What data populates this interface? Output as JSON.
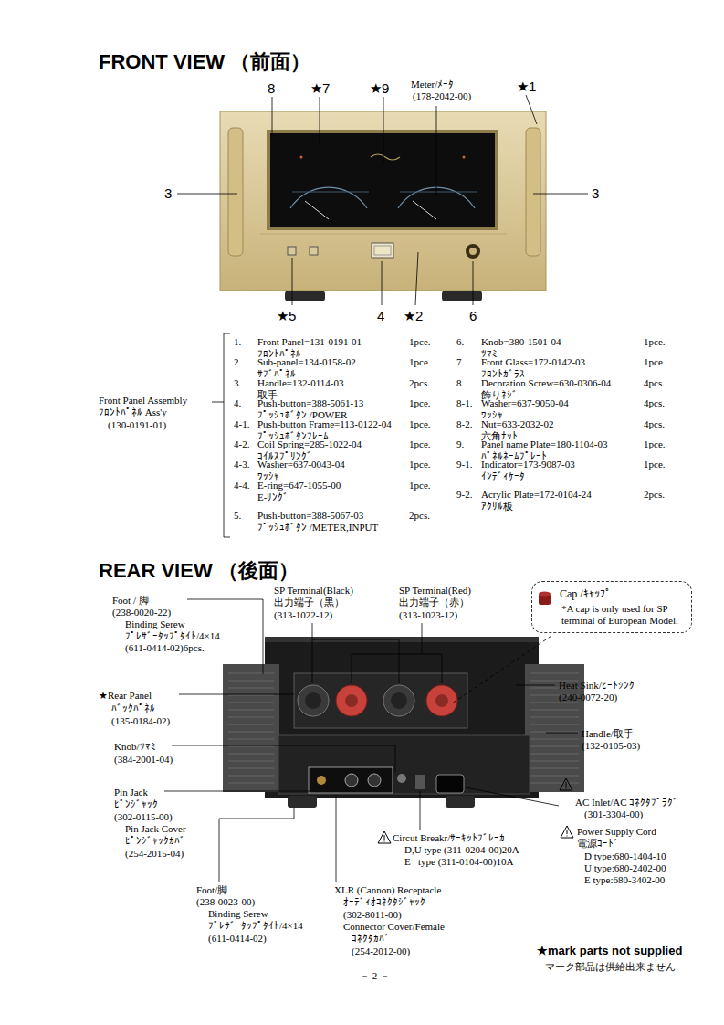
{
  "diagram": {
    "title": "FRONT VIEW （前面）",
    "nodes": [
      {
        "text": [
          "Cap /ｷｬｯﾌﾟ",
          "*A cap is only used for SP terminal of European Model."
        ]
      }
    ],
    "labels": [
      "REAR VIEW （後面）",
      "8",
      "★7",
      "★9",
      "Meter/ﾒｰﾀ",
      "(178-2042-00)",
      "★1",
      "3",
      "3",
      "★5",
      "4",
      "★2",
      "6",
      "Front Panel Assembly",
      "ﾌﾛﾝﾄﾊﾟﾈﾙ Ass'y",
      "(130-0191-01)",
      "1.",
      "Front Panel=131-0191-01",
      "ﾌﾛﾝﾄﾊﾟﾈﾙ",
      "1pce.",
      "2.",
      "Sub-panel=134-0158-02",
      "ｻﾌﾞﾊﾟﾈﾙ",
      "1pce.",
      "3.",
      "Handle=132-0114-03",
      "取手",
      "2pcs.",
      "4.",
      "Push-button=388-5061-13",
      "ﾌﾟｯｼｭﾎﾞﾀﾝ /POWER",
      "1pce.",
      "4-1.",
      "Push-button Frame=113-0122-04",
      "ﾌﾟｯｼｭﾎﾞﾀﾝﾌﾚｰﾑ",
      "1pce.",
      "4-2.",
      "Coil Spring=285-1022-04",
      "ｺｲﾙｽﾌﾟﾘﾝｸﾞ",
      "1pce.",
      "4-3.",
      "Washer=637-0043-04",
      "ﾜｯｼｬ",
      "1pce.",
      "4-4.",
      "E-ring=647-1055-00",
      "E-ﾘﾝｸﾞ",
      "1pce.",
      "5.",
      "Push-button=388-5067-03",
      "ﾌﾟｯｼｭﾎﾞﾀﾝ /METER,INPUT",
      "2pcs.",
      "6.",
      "Knob=380-1501-04",
      "ﾂﾏﾐ",
      "1pce.",
      "7.",
      "Front Glass=172-0142-03",
      "ﾌﾛﾝﾄｶﾞﾗｽ",
      "1pce.",
      "8.",
      "Decoration Screw=630-0306-04",
      "飾りﾈｼﾞ",
      "4pcs.",
      "8-1.",
      "Washer=637-9050-04",
      "ﾜｯｼｬ",
      "4pcs.",
      "8-2.",
      "Nut=633-2032-02",
      "六角ﾅｯﾄ",
      "4pcs.",
      "9.",
      "Panel name Plate=180-1104-03",
      "ﾊﾟﾈﾙﾈｰﾑﾌﾟﾚｰﾄ",
      "1pce.",
      "9-1.",
      "Indicator=173-9087-03",
      "ｲﾝﾃﾞｨｹｰﾀ",
      "1pce.",
      "9-2.",
      "Acrylic Plate=172-0104-24",
      "ｱｸﾘﾙ板",
      "2pcs.",
      "Foot / 脚",
      "(238-0020-22)",
      "Binding Serew",
      "ﾌﾟﾚｻﾞｰﾀｯﾌﾟﾀｲﾄ/4×14",
      "(611-0414-02)6pcs.",
      "SP Terminal(Black)",
      "出力端子（黒）",
      "(313-1022-12)",
      "SP Terminal(Red)",
      "出力端子（赤）",
      "(313-1023-12)",
      "★Rear Panel",
      "ﾊﾞｯｸﾊﾟﾈﾙ",
      "(135-0184-02)",
      "Heat Sink/ﾋｰﾄｼﾝｸ",
      "(240-0072-20)",
      "Handle/取手",
      "(132-0105-03)",
      "Knob/ﾂﾏﾐ",
      "(384-2001-04)",
      "Pin Jack",
      "ﾋﾟﾝｼﾞｬｯｸ",
      "(302-0115-00)",
      "Pin Jack Cover",
      "ﾋﾟﾝｼﾞｬｯｸｶﾊﾞ",
      "(254-2015-04)",
      "AC Inlet/AC ｺﾈｸﾀﾌﾟﾗｸﾞ",
      "(301-3304-00)",
      "Power Supply Cord",
      "電源ｺｰﾄﾞ",
      "D type:680-1404-10",
      "U type:680-2402-00",
      "E type:680-3402-00",
      "Circut Breakr/ｻｰｷｯﾄﾌﾞﾚｰｶ",
      "D,U type (311-0204-00)20A",
      "E   type (311-0104-00)10A",
      "Foot/脚",
      "(238-0023-00)",
      "Binding Serew",
      "ﾌﾟﾚｻﾞｰﾀｯﾌﾟﾀｲﾄ/4×14",
      "(611-0414-02)",
      "XLR (Cannon) Receptacle",
      "ｵｰﾃﾞｨｵｺﾈｸﾀｼﾞｬｯｸ",
      "(302-8011-00)",
      "Connector Cover/Female",
      "ｺﾈｸﾀｶﾊﾞ",
      "(254-2012-00)",
      "★mark parts not supplied",
      "マーク部品は供給出来ません",
      "－ 2 －"
    ]
  }
}
